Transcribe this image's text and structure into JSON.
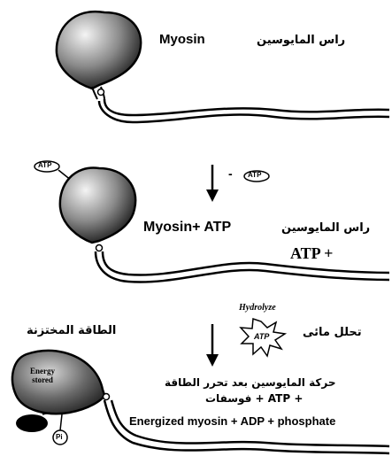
{
  "stage1": {
    "myosin_label": "Myosin",
    "ar_label": "راس المايوسين"
  },
  "arrow1": {
    "minus_sign": "-",
    "atp_tag": "ATP"
  },
  "stage2": {
    "atp_tag": "ATP",
    "myosin_atp_label": "Myosin+ ATP",
    "ar_label": "راس المايوسين",
    "atp_plus": "ATP +"
  },
  "arrow2": {
    "hydrolyze_label": "Hydrolyze",
    "ar_hydrolysis": "تحلل مائى",
    "burst_atp": "ATP"
  },
  "stage3": {
    "ar_stored_energy": "الطاقة المختزنة",
    "energy_stored": [
      "Energy",
      "stored"
    ],
    "ar_energy_release": "حركة المايوسين بعد تحرر الطاقة",
    "ar_atp_phosphate": "+ ATP + فوسفات",
    "pi_label": "Pi",
    "energized_label": "Energized myosin + ADP + phosphate"
  },
  "colors": {
    "ink": "#000000",
    "head_light": "#f4f4f4",
    "head_dark": "#1a1a1a"
  }
}
